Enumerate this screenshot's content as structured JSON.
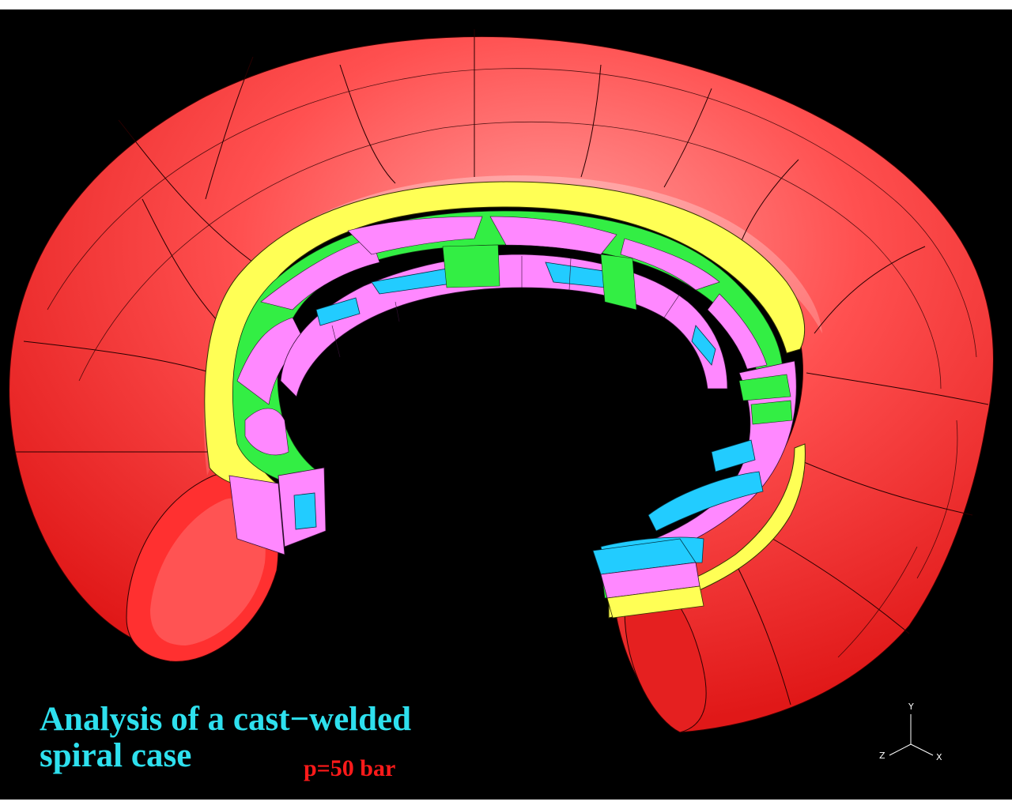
{
  "title": {
    "line1": "Analysis of a cast−welded",
    "line2": "spiral case"
  },
  "pressure_label": "p=50 bar",
  "axes": {
    "y": "Y",
    "z": "Z",
    "x": "X"
  },
  "colors": {
    "background": "#000000",
    "casing": "#ff4848",
    "weld_ring": "#ffff55",
    "stay_ring_green": "#33ee44",
    "stay_ring_pink": "#ff88ff",
    "stay_vane": "#22ccff",
    "title": "#2ee0ee",
    "pressure": "#ff1a1a"
  },
  "icons": [
    "coordinate-triad-icon"
  ]
}
